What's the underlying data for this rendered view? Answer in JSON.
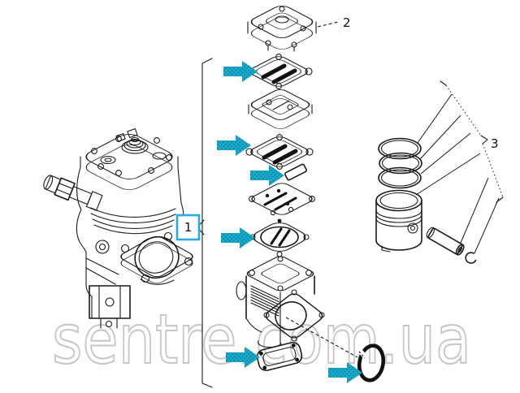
{
  "watermark": {
    "text": "sentre.com.ua",
    "color": "#c7c7c7"
  },
  "callouts": {
    "group": "1",
    "head": "2",
    "piston_kit": "3"
  },
  "colors": {
    "background": "#ffffff",
    "line_art": "#1a1a1a",
    "arrow_fill": "#17adca",
    "arrow_dots": "#0b7fa4",
    "callout_box_border": "#29abe2",
    "watermark_stroke": "#c7c7c7"
  },
  "icons": {
    "pointer_arrow": "right-arrow-icon",
    "pointer_arrow_count": 6
  }
}
